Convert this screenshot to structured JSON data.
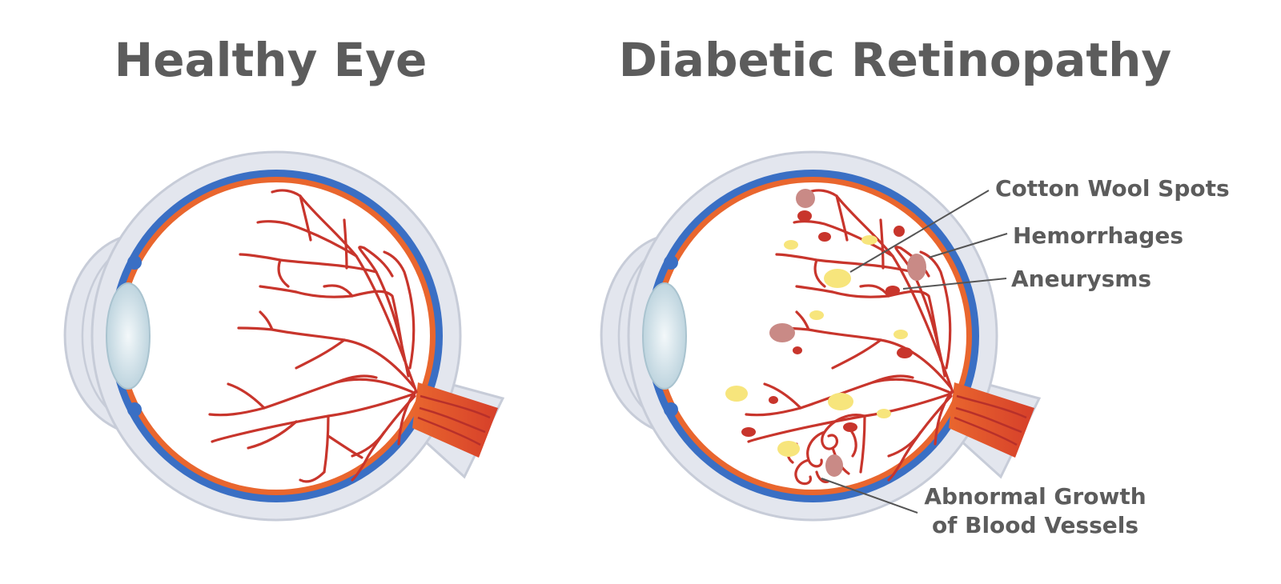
{
  "titles": {
    "healthy": "Healthy Eye",
    "diabetic": "Diabetic Retinopathy"
  },
  "labels": {
    "cotton_wool_spots": "Cotton Wool Spots",
    "hemorrhages": "Hemorrhages",
    "aneurysms": "Aneurysms",
    "abnormal_growth_line1": "Abnormal Growth",
    "abnormal_growth_line2": "of Blood Vessels"
  },
  "colors": {
    "sclera_outer": "#d9dde6",
    "choroid": "#3a6fc4",
    "retina": "#e9662e",
    "vessel": "#c8352c",
    "lens": "#dde9ee",
    "cotton_wool": "#f7e57c",
    "hemorrhage": "#c98a86",
    "aneurysm": "#c8352c",
    "text": "#5c5c5c"
  }
}
